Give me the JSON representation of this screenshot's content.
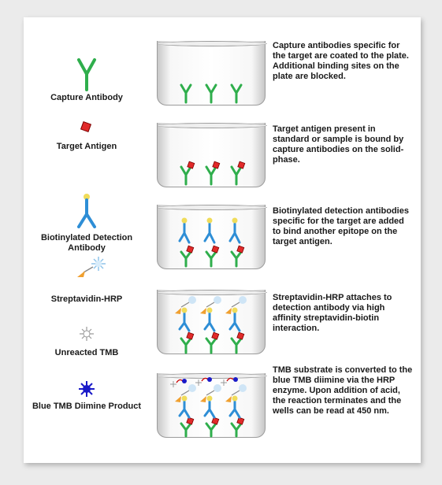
{
  "colors": {
    "capture_antibody": "#2fae4c",
    "target_antigen": "#e12a2a",
    "detection_antibody": "#2e8ed6",
    "biotin": "#f0dc5a",
    "streptavidin": "#f0a030",
    "hrp": "#b7d7f0",
    "blue_tmb": "#1a1ac8"
  },
  "steps": [
    {
      "legend_label": "Capture Antibody",
      "legend_icon": "capture-antibody-icon",
      "description": "Capture antibodies specific for the target are coated to the plate. Additional binding sites on the plate are blocked."
    },
    {
      "legend_label": "Target Antigen",
      "legend_icon": "target-antigen-icon",
      "description": "Target antigen present in standard or sample is bound by capture antibodies on the solid-phase."
    },
    {
      "legend_label": "Biotinylated Detection Antibody",
      "legend_icon": "detection-antibody-icon",
      "description": "Biotinylated detection antibodies specific for the target are added to bind another epitope on the target antigen."
    },
    {
      "legend_label": "Streptavidin-HRP",
      "legend_icon": "streptavidin-hrp-icon",
      "description": "Streptavidin-HRP attaches to detection antibody via high affinity streptavidin-biotin interaction."
    },
    {
      "legend_label": "Unreacted TMB",
      "legend_icon": "unreacted-tmb-icon",
      "description": ""
    },
    {
      "legend_label": "Blue TMB Diimine Product",
      "legend_icon": "blue-tmb-icon",
      "description": "TMB substrate is converted to the blue TMB diimine via the HRP enzyme. Upon addition of acid, the reaction terminates and the wells can be read at 450 nm."
    }
  ]
}
